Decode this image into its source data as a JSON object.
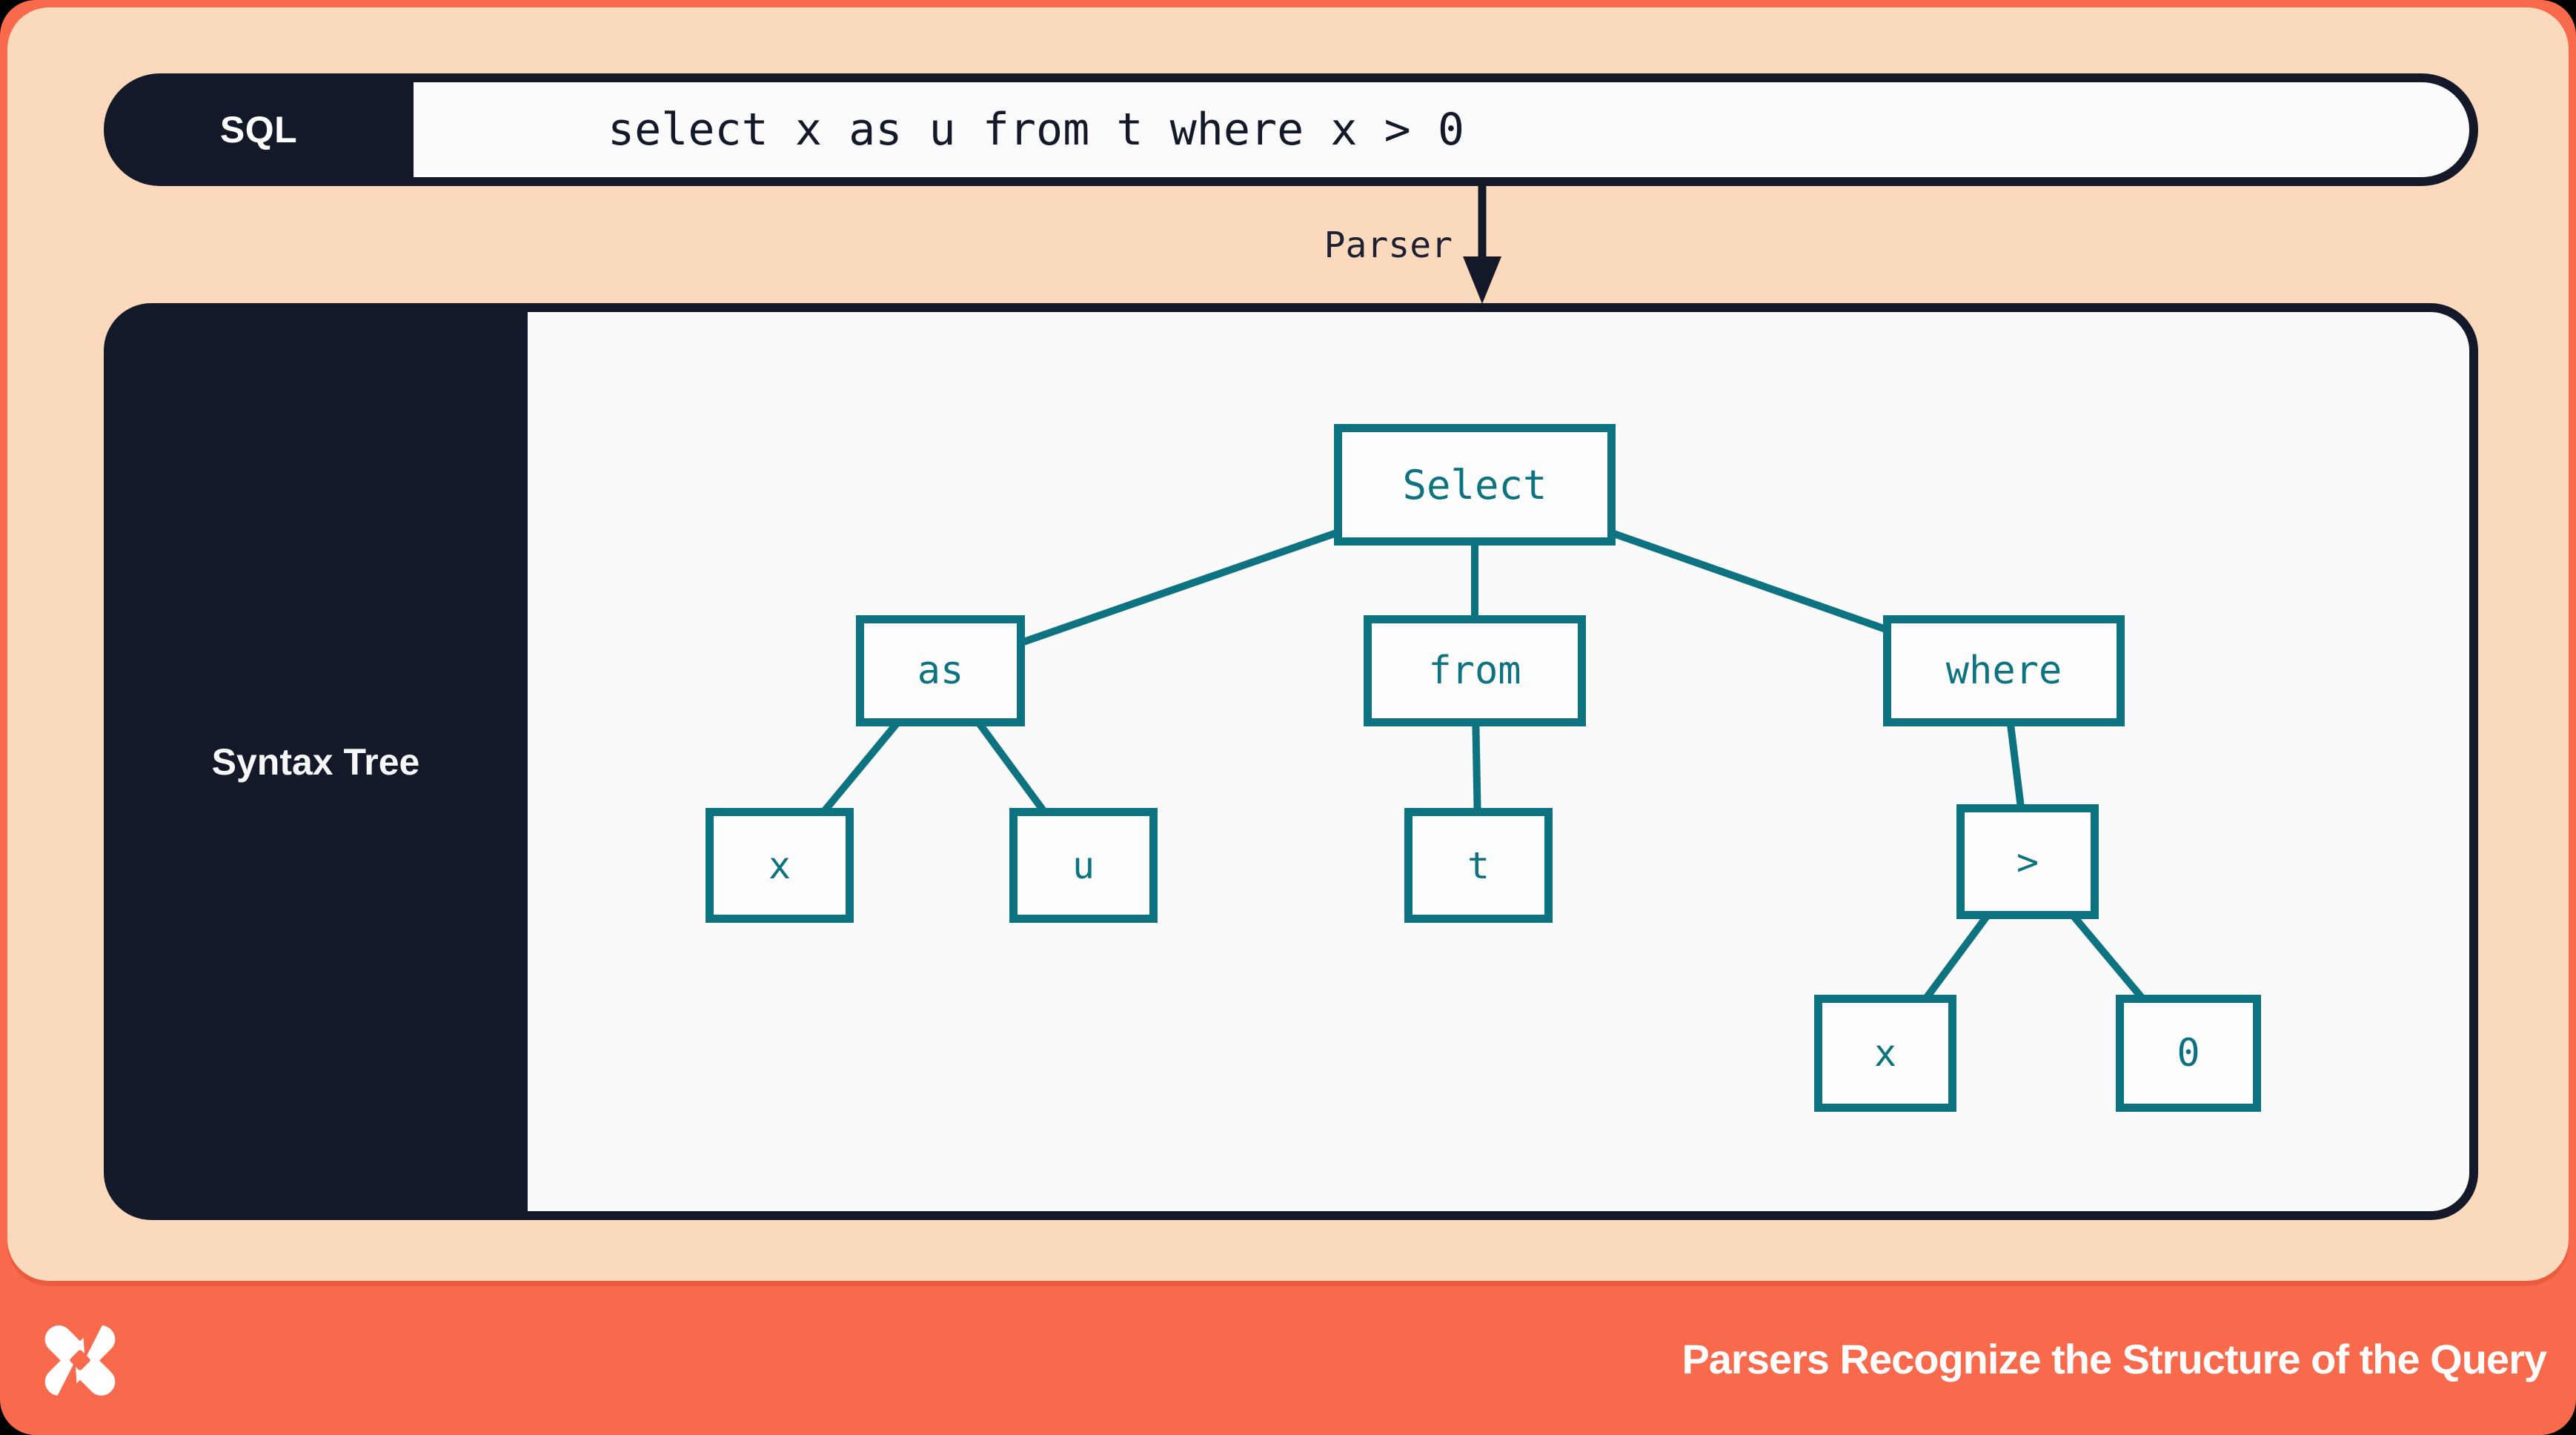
{
  "slide": {
    "sql_section": {
      "label": "SQL",
      "query": "select x as u from t where x > 0"
    },
    "parser_arrow": {
      "label": "Parser"
    },
    "tree": {
      "panel_label": "Syntax Tree",
      "nodes": {
        "select": {
          "label": "Select"
        },
        "as": {
          "label": "as"
        },
        "from": {
          "label": "from"
        },
        "where": {
          "label": "where"
        },
        "x_alias": {
          "label": "x"
        },
        "u": {
          "label": "u"
        },
        "t": {
          "label": "t"
        },
        "gt": {
          "label": ">"
        },
        "x_cond": {
          "label": "x"
        },
        "zero": {
          "label": "0"
        }
      },
      "edges": [
        [
          "select",
          "as"
        ],
        [
          "select",
          "from"
        ],
        [
          "select",
          "where"
        ],
        [
          "as",
          "x_alias"
        ],
        [
          "as",
          "u"
        ],
        [
          "from",
          "t"
        ],
        [
          "where",
          "gt"
        ],
        [
          "gt",
          "x_cond"
        ],
        [
          "gt",
          "zero"
        ]
      ]
    },
    "footer": {
      "title": "Parsers Recognize the Structure of the Query",
      "logo": "pinwheel-x-logo"
    },
    "colors": {
      "coral": "#f9694b",
      "peach": "#fbd9bd",
      "navy": "#141929",
      "teal": "#0e7380",
      "panel_white": "#fafafa"
    }
  }
}
